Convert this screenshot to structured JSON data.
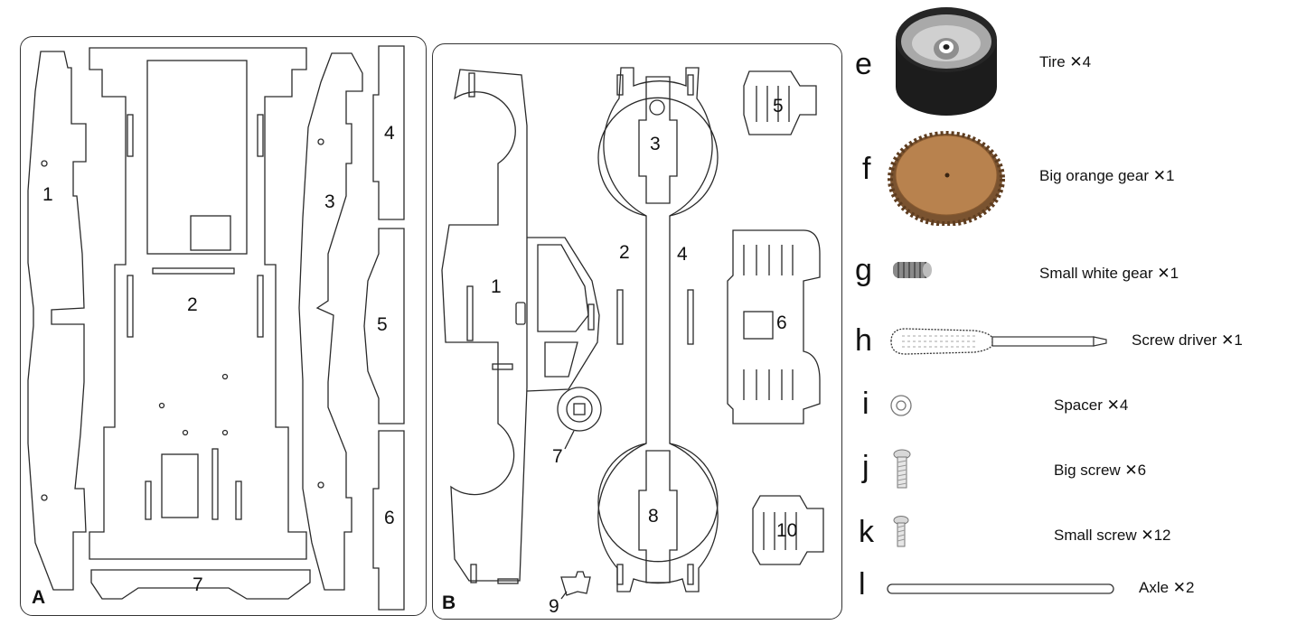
{
  "sheet_a": {
    "label": "A",
    "parts": [
      "1",
      "2",
      "3",
      "4",
      "5",
      "6",
      "7"
    ]
  },
  "sheet_b": {
    "label": "B",
    "parts": [
      "1",
      "2",
      "3",
      "4",
      "5",
      "6",
      "7",
      "8",
      "9",
      "10"
    ]
  },
  "components": [
    {
      "letter": "e",
      "caption": "Tire ✕4",
      "icon": "tire-icon"
    },
    {
      "letter": "f",
      "caption": "Big orange gear ✕1",
      "icon": "orange-gear-icon"
    },
    {
      "letter": "g",
      "caption": "Small white gear ✕1",
      "icon": "white-gear-icon"
    },
    {
      "letter": "h",
      "caption": "Screw driver ✕1",
      "icon": "screwdriver-icon"
    },
    {
      "letter": "i",
      "caption": "Spacer ✕4",
      "icon": "spacer-icon"
    },
    {
      "letter": "j",
      "caption": "Big screw ✕6",
      "icon": "big-screw-icon"
    },
    {
      "letter": "k",
      "caption": "Small screw ✕12",
      "icon": "small-screw-icon"
    },
    {
      "letter": "l",
      "caption": "Axle ✕2",
      "icon": "axle-icon"
    }
  ],
  "colors": {
    "gear_orange": "#b8824e",
    "tire_dark": "#1c1c1c",
    "tire_hub": "#b9b9b9"
  }
}
